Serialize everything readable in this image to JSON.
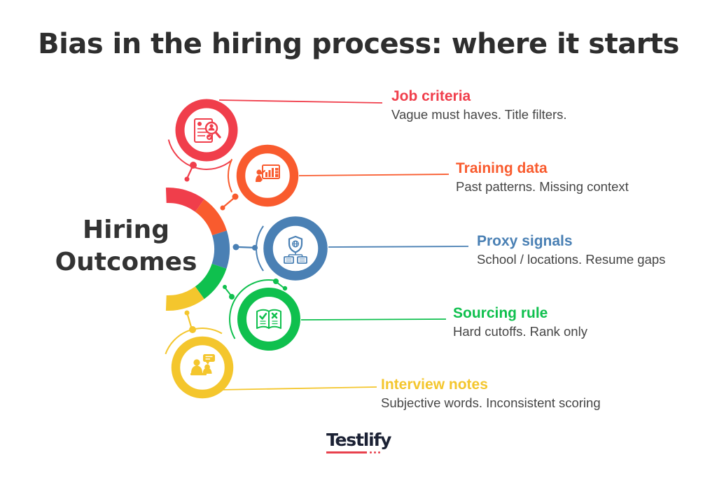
{
  "title": "Bias in the hiring process: where it starts",
  "hub": {
    "line1": "Hiring",
    "line2": "Outcomes"
  },
  "branches": [
    {
      "id": "job-criteria",
      "label": "Job criteria",
      "description": "Vague must haves. Title filters.",
      "color": "#F03E4B",
      "icon": "resume-search-icon"
    },
    {
      "id": "training-data",
      "label": "Training data",
      "description": "Past patterns. Missing context",
      "color": "#F95B2E",
      "icon": "presentation-chart-icon"
    },
    {
      "id": "proxy-signals",
      "label": "Proxy signals",
      "description": "School / locations. Resume gaps",
      "color": "#4A80B4",
      "icon": "shield-network-icon"
    },
    {
      "id": "sourcing-rule",
      "label": "Sourcing rule",
      "description": "Hard cutoffs. Rank only",
      "color": "#0FC04E",
      "icon": "rules-book-icon"
    },
    {
      "id": "interview-notes",
      "label": "Interview notes",
      "description": "Subjective words. Inconsistent scoring",
      "color": "#F4C62D",
      "icon": "interview-people-icon"
    }
  ],
  "logo": {
    "text": "Testlify",
    "accent_color": "#E8414D",
    "text_color": "#1B2134"
  },
  "colors": {
    "background": "#FFFFFF",
    "title_text": "#2E2E2E",
    "hub_text": "#333333",
    "description_text": "#454545"
  }
}
